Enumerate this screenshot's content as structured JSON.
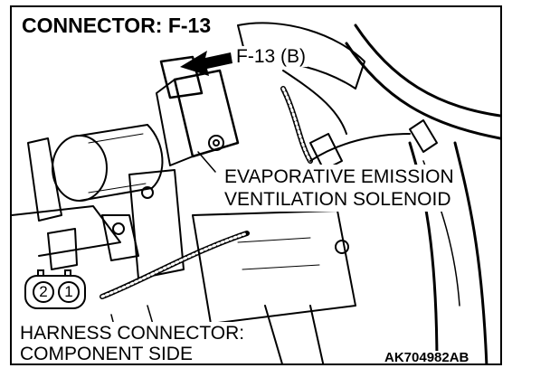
{
  "title": "CONNECTOR: F-13",
  "callout_label": "F-13 (B)",
  "component_label": [
    "EVAPORATIVE EMISSION",
    "VENTILATION SOLENOID"
  ],
  "harness_label": [
    "HARNESS CONNECTOR:",
    "COMPONENT SIDE"
  ],
  "pins": [
    "2",
    "1"
  ],
  "figure_code": "AK704982AB",
  "colors": {
    "line": "#000000",
    "background": "#ffffff"
  }
}
